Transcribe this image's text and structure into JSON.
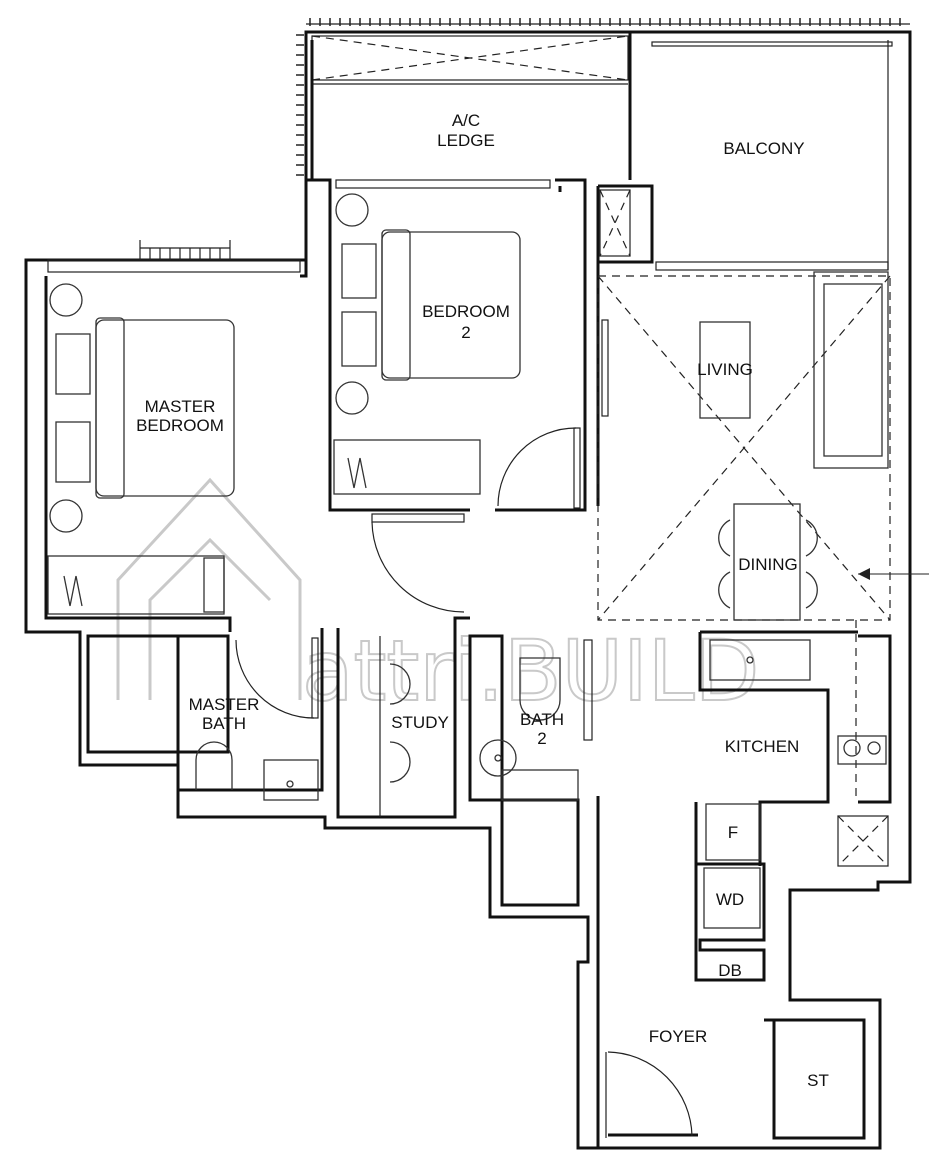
{
  "rooms": {
    "ac_ledge": [
      "A/C",
      "LEDGE"
    ],
    "balcony": "BALCONY",
    "bedroom2": [
      "BEDROOM",
      "2"
    ],
    "master_bedroom": [
      "MASTER",
      "BEDROOM"
    ],
    "living": "LIVING",
    "dining": "DINING",
    "master_bath": [
      "MASTER",
      "BATH"
    ],
    "study": "STUDY",
    "bath2": [
      "BATH",
      "2"
    ],
    "kitchen": "KITCHEN",
    "fridge": "F",
    "washer_dryer": "WD",
    "distribution_board": "DB",
    "foyer": "FOYER",
    "store": "ST"
  },
  "watermark": "attri.BUILD"
}
